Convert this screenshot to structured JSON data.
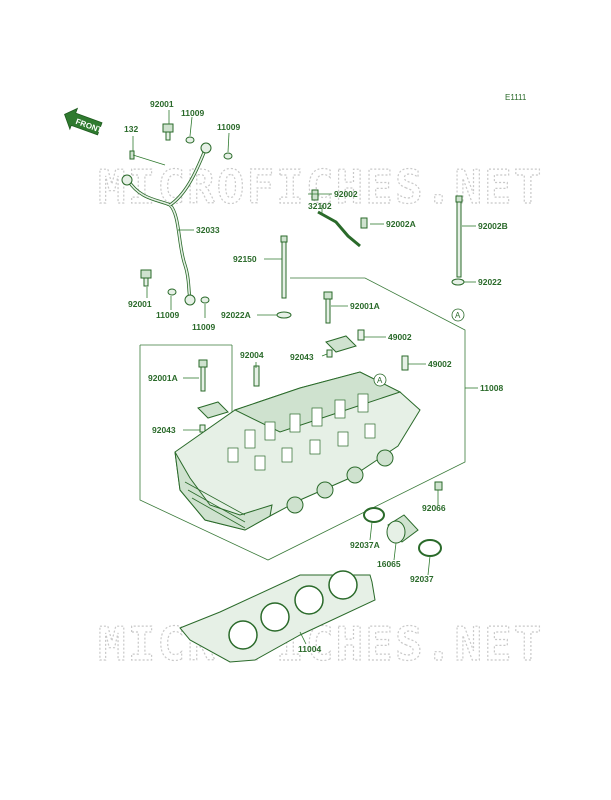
{
  "diagram_code": "E1111",
  "front_label": "FRONT",
  "watermark": "MICROFICHES.NET",
  "circle_marker": "A",
  "parts": [
    {
      "id": "p_92001_top",
      "label": "92001"
    },
    {
      "id": "p_11009_top",
      "label": "11009"
    },
    {
      "id": "p_132",
      "label": "132"
    },
    {
      "id": "p_11009_tr",
      "label": "11009"
    },
    {
      "id": "p_92002",
      "label": "92002"
    },
    {
      "id": "p_32102",
      "label": "32102"
    },
    {
      "id": "p_92002A",
      "label": "92002A"
    },
    {
      "id": "p_92002B",
      "label": "92002B"
    },
    {
      "id": "p_32033",
      "label": "32033"
    },
    {
      "id": "p_92150",
      "label": "92150"
    },
    {
      "id": "p_92022",
      "label": "92022"
    },
    {
      "id": "p_92001_l",
      "label": "92001"
    },
    {
      "id": "p_11009_l1",
      "label": "11009"
    },
    {
      "id": "p_11009_l2",
      "label": "11009"
    },
    {
      "id": "p_92022A",
      "label": "92022A"
    },
    {
      "id": "p_92001A_t",
      "label": "92001A"
    },
    {
      "id": "p_49002_a",
      "label": "49002"
    },
    {
      "id": "p_92004",
      "label": "92004"
    },
    {
      "id": "p_92043_t",
      "label": "92043"
    },
    {
      "id": "p_49002_b",
      "label": "49002"
    },
    {
      "id": "p_92001A_l",
      "label": "92001A"
    },
    {
      "id": "p_11008",
      "label": "11008"
    },
    {
      "id": "p_92043_l",
      "label": "92043"
    },
    {
      "id": "p_92066",
      "label": "92066"
    },
    {
      "id": "p_92037A",
      "label": "92037A"
    },
    {
      "id": "p_16065",
      "label": "16065"
    },
    {
      "id": "p_92037",
      "label": "92037"
    },
    {
      "id": "p_11004",
      "label": "11004"
    }
  ]
}
